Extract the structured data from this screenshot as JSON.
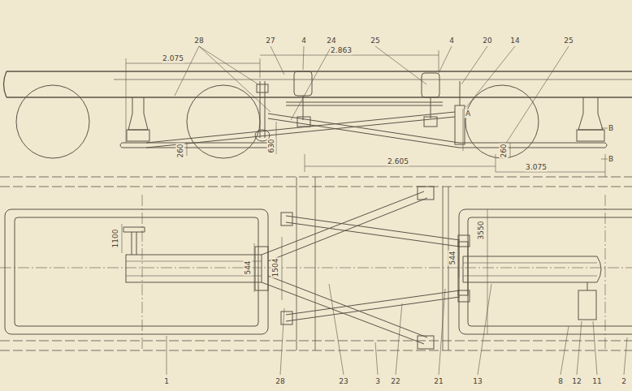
{
  "diagram": {
    "labels": [
      "28",
      "27",
      "4",
      "24",
      "25",
      "4",
      "20",
      "14",
      "25",
      "2.075",
      "2.863",
      "A",
      "B",
      "260",
      "630",
      "2.605",
      "3.075",
      "260",
      "B",
      "1100",
      "544",
      "1504",
      "544",
      "3550",
      "1",
      "28",
      "23",
      "3",
      "22",
      "21",
      "13",
      "8",
      "12",
      "11",
      "2"
    ]
  }
}
